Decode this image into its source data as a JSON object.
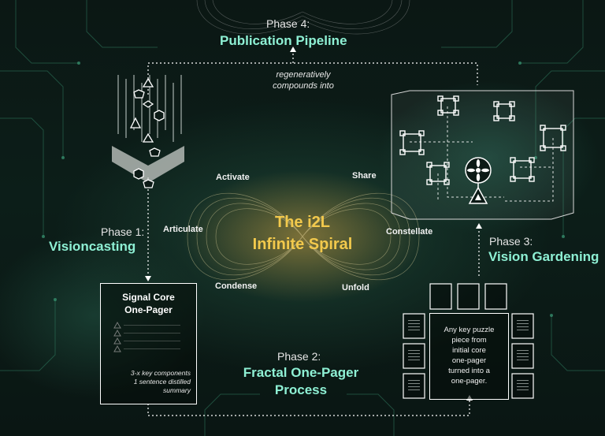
{
  "diagram": {
    "center_title_line1": "The i2L",
    "center_title_line2": "Infinite Spiral",
    "loop_labels": {
      "activate": "Activate",
      "share": "Share",
      "articulate": "Articulate",
      "constellate": "Constellate",
      "condense": "Condense",
      "unfold": "Unfold"
    },
    "phase1": {
      "label": "Phase 1:",
      "name": "Visioncasting"
    },
    "phase2": {
      "label": "Phase 2:",
      "name_line1": "Fractal One-Pager",
      "name_line2": "Process"
    },
    "phase3": {
      "label": "Phase 3:",
      "name": "Vision Gardening"
    },
    "phase4": {
      "label": "Phase 4:",
      "name": "Publication Pipeline"
    },
    "connector_caption_line1": "regeneratively",
    "connector_caption_line2": "compounds into",
    "core_card": {
      "title_line1": "Signal Core",
      "title_line2": "One-Pager",
      "caption_line1": "3-x key components",
      "caption_line2": "1 sentence distilled",
      "caption_line3": "summary"
    },
    "puzzle_card": {
      "line1": "Any key puzzle",
      "line2": "piece from",
      "line3": "initial core",
      "line4": "one-pager",
      "line5": "turned into a",
      "line6": "one-pager."
    },
    "colors": {
      "accent": "#8ef0d4",
      "title": "#f2c94c",
      "background": "#0a1512"
    }
  }
}
